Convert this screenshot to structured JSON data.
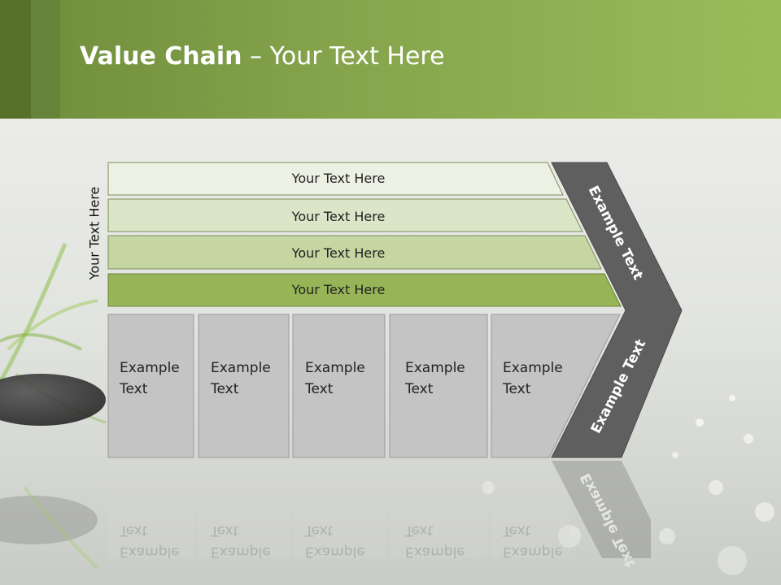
{
  "header": {
    "title_bold": "Value Chain",
    "title_sep": " – ",
    "title_rest": "Your Text Here"
  },
  "side_label": "Your Text Here",
  "bars": [
    {
      "label": "Your Text Here",
      "color": "#edf1e3"
    },
    {
      "label": "Your Text Here",
      "color": "#dbe5c8"
    },
    {
      "label": "Your Text Here",
      "color": "#c6d6a2"
    },
    {
      "label": "Your Text Here",
      "color": "#97b557"
    }
  ],
  "boxes": [
    {
      "line1": "Example",
      "line2": "Text"
    },
    {
      "line1": "Example",
      "line2": "Text"
    },
    {
      "line1": "Example",
      "line2": "Text"
    },
    {
      "line1": "Example",
      "line2": "Text"
    },
    {
      "line1": "Example",
      "line2": "Text"
    }
  ],
  "chevron": {
    "upper_label": "Example Text",
    "lower_label": "Example Text",
    "color": "#5f5f5f"
  },
  "colors": {
    "box_fill": "#c4c4c4",
    "box_stroke": "#9a9a9a"
  }
}
